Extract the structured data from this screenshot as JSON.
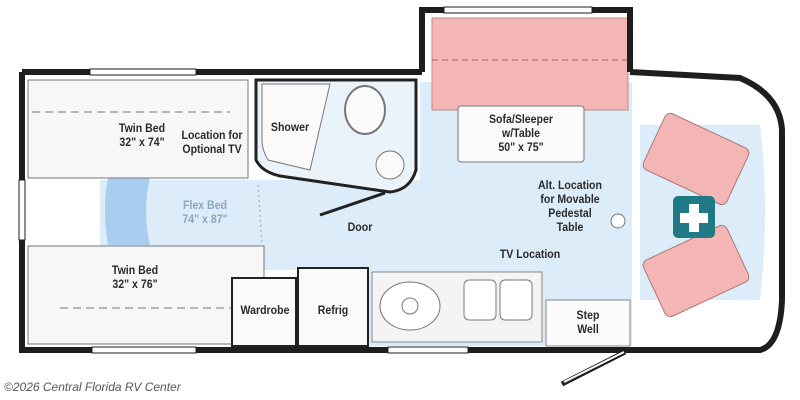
{
  "floorplan": {
    "rooms": {
      "twin_bed_top": {
        "name": "Twin Bed",
        "size": "32\" x 74\""
      },
      "optional_tv": "Location for Optional TV",
      "shower": "Shower",
      "flex_bed": {
        "name": "Flex Bed",
        "size": "74\" x 87\""
      },
      "door": "Door",
      "twin_bed_bottom": {
        "name": "Twin Bed",
        "size": "32\" x 76\""
      },
      "wardrobe": "Wardrobe",
      "refrig": "Refrig",
      "sofa": {
        "line1": "Sofa/Sleeper",
        "line2": "w/Table",
        "size": "50\" x 75\""
      },
      "pedestal_table": {
        "line1": "Alt. Location",
        "line2": "for Movable",
        "line3": "Pedestal",
        "line4": "Table"
      },
      "tv_location": "TV Location",
      "step_well": {
        "line1": "Step",
        "line2": "Well"
      }
    },
    "colors": {
      "floor": "#dcecf8",
      "sofa": "#f4b6b4",
      "wall": "#1e1e1e",
      "accent": "#1f7a86"
    }
  },
  "watermark": "©2026 Central Florida RV Center"
}
